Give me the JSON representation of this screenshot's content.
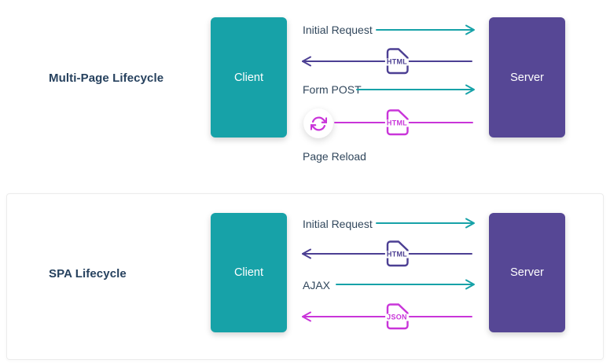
{
  "palette": {
    "teal": "#17a2a8",
    "purple_arrow": "#4c3f93",
    "purple_node": "#564795",
    "magenta": "#c935d9",
    "heading_text": "#26415e",
    "label_text": "#31475c",
    "node_text": "#ffffff",
    "card_border": "#ececec"
  },
  "sections": [
    {
      "title": "Multi-Page Lifecycle",
      "client": "Client",
      "server": "Server",
      "flows": [
        {
          "label": "Initial Request",
          "direction": "client-to-server",
          "color": "teal"
        },
        {
          "payload": "HTML",
          "direction": "server-to-client",
          "color": "purple"
        },
        {
          "label": "Form POST",
          "direction": "client-to-server",
          "color": "teal"
        },
        {
          "payload": "HTML",
          "direction": "server-to-client",
          "color": "magenta",
          "trigger_icon": "reload-icon",
          "caption": "Page Reload"
        }
      ]
    },
    {
      "title": "SPA Lifecycle",
      "client": "Client",
      "server": "Server",
      "flows": [
        {
          "label": "Initial Request",
          "direction": "client-to-server",
          "color": "teal"
        },
        {
          "payload": "HTML",
          "direction": "server-to-client",
          "color": "purple"
        },
        {
          "label": "AJAX",
          "direction": "client-to-server",
          "color": "teal"
        },
        {
          "payload": "JSON",
          "direction": "server-to-client",
          "color": "magenta"
        }
      ]
    }
  ]
}
